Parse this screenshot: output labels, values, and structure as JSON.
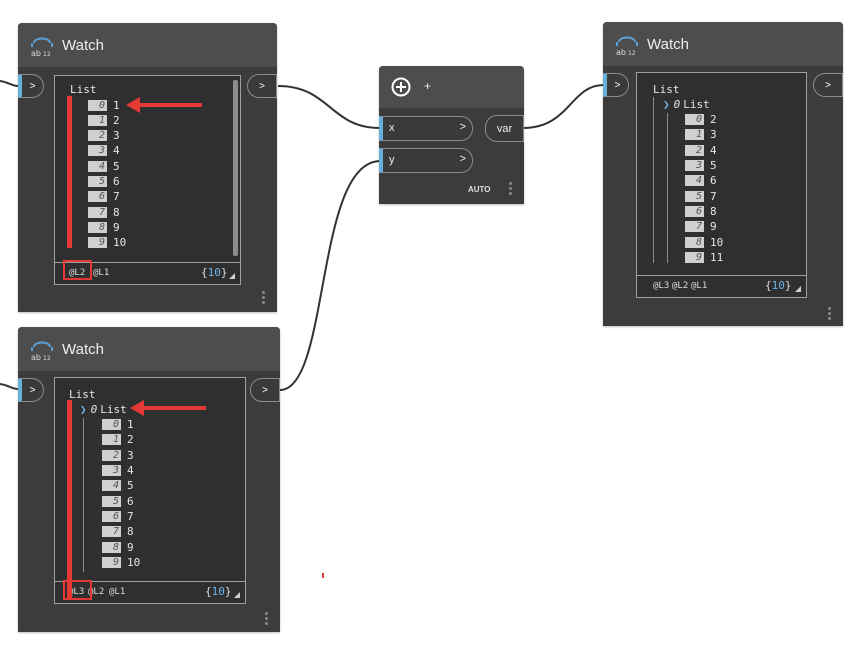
{
  "watch_nodes": [
    {
      "title": "Watch",
      "icon": "watch-ab12-icon",
      "in_port": ">",
      "out_port": ">",
      "header": "List",
      "rows": [
        {
          "index": "0",
          "value": "1"
        },
        {
          "index": "1",
          "value": "2"
        },
        {
          "index": "2",
          "value": "3"
        },
        {
          "index": "3",
          "value": "4"
        },
        {
          "index": "4",
          "value": "5"
        },
        {
          "index": "5",
          "value": "6"
        },
        {
          "index": "6",
          "value": "7"
        },
        {
          "index": "7",
          "value": "8"
        },
        {
          "index": "8",
          "value": "9"
        },
        {
          "index": "9",
          "value": "10"
        }
      ],
      "levels": [
        "@L2",
        "@L1"
      ],
      "count_open": "{",
      "count": "10",
      "count_close": "}"
    },
    {
      "title": "Watch",
      "icon": "watch-ab12-icon",
      "in_port": ">",
      "out_port": ">",
      "header": "List",
      "sublist": {
        "index": "0",
        "label": "List"
      },
      "rows": [
        {
          "index": "0",
          "value": "1"
        },
        {
          "index": "1",
          "value": "2"
        },
        {
          "index": "2",
          "value": "3"
        },
        {
          "index": "3",
          "value": "4"
        },
        {
          "index": "4",
          "value": "5"
        },
        {
          "index": "5",
          "value": "6"
        },
        {
          "index": "6",
          "value": "7"
        },
        {
          "index": "7",
          "value": "8"
        },
        {
          "index": "8",
          "value": "9"
        },
        {
          "index": "9",
          "value": "10"
        }
      ],
      "levels": [
        "@L3",
        "@L2",
        "@L1"
      ],
      "count_open": "{",
      "count": "10",
      "count_close": "}"
    },
    {
      "title": "Watch",
      "icon": "watch-ab12-icon",
      "in_port": ">",
      "out_port": ">",
      "header": "List",
      "sublist": {
        "index": "0",
        "label": "List"
      },
      "rows": [
        {
          "index": "0",
          "value": "2"
        },
        {
          "index": "1",
          "value": "3"
        },
        {
          "index": "2",
          "value": "4"
        },
        {
          "index": "3",
          "value": "5"
        },
        {
          "index": "4",
          "value": "6"
        },
        {
          "index": "5",
          "value": "7"
        },
        {
          "index": "6",
          "value": "8"
        },
        {
          "index": "7",
          "value": "9"
        },
        {
          "index": "8",
          "value": "10"
        },
        {
          "index": "9",
          "value": "11"
        }
      ],
      "levels": [
        "@L3",
        "@L2",
        "@L1"
      ],
      "count_open": "{",
      "count": "10",
      "count_close": "}"
    }
  ],
  "add_node": {
    "title": "+",
    "icon": "add-icon",
    "inputs": [
      {
        "label": "x",
        "arrow": ">"
      },
      {
        "label": "y",
        "arrow": ">"
      }
    ],
    "output": "var",
    "lacing": "AUTO"
  },
  "annotation_color": "#e53935",
  "accent_color": "#67b0dc"
}
